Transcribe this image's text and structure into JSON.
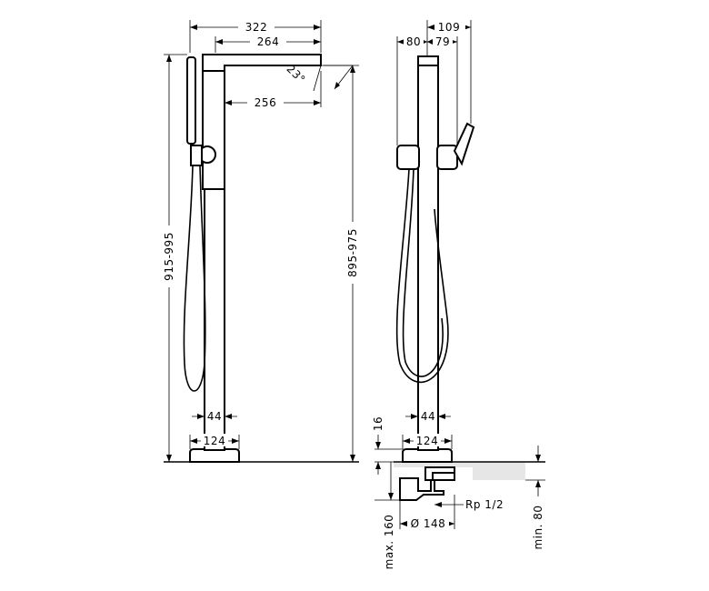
{
  "drawing": {
    "side_view": {
      "width_total": "322",
      "width_spout": "264",
      "spout_reach": "256",
      "angle": "23°",
      "height_outer": "915-995",
      "height_inner": "895-975",
      "pipe_diameter": "44",
      "base_diameter": "124"
    },
    "front_view": {
      "handle_reach": "109",
      "left_offset": "80",
      "right_offset": "79",
      "pipe_diameter": "44",
      "base_diameter": "124",
      "base_thickness": "16",
      "thread": "Rp 1/2",
      "body_diameter": "Ø 148",
      "max_depth": "max. 160",
      "min_depth": "min. 80"
    }
  }
}
